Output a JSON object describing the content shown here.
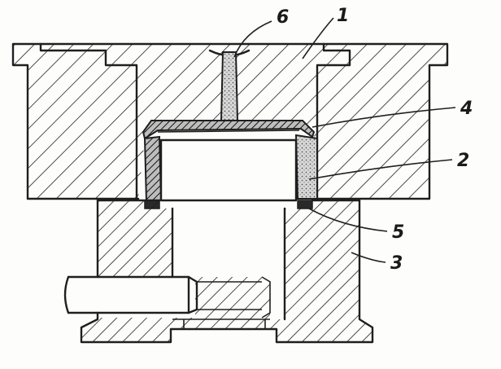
{
  "figure": {
    "labels": [
      {
        "key": "part-1",
        "text": "1"
      },
      {
        "key": "part-2",
        "text": "2"
      },
      {
        "key": "part-3",
        "text": "3"
      },
      {
        "key": "part-4",
        "text": "4"
      },
      {
        "key": "part-5",
        "text": "5"
      },
      {
        "key": "part-6",
        "text": "6"
      }
    ]
  },
  "colors": {
    "ink": "#1f1f1f",
    "paper": "#fdfdfc",
    "stipple": "#cfcfcf"
  }
}
